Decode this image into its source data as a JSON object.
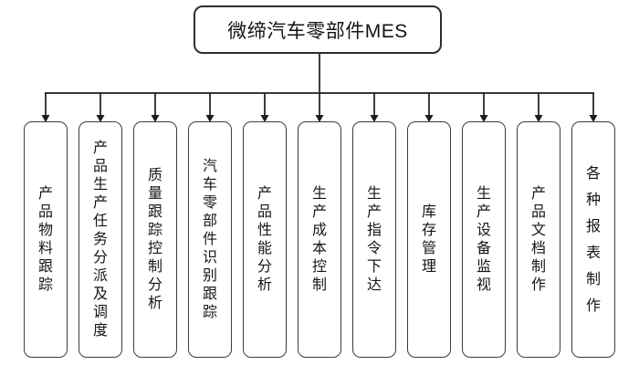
{
  "root": {
    "label": "微缔汽车零部件MES"
  },
  "children": [
    {
      "label": "产品物料跟踪"
    },
    {
      "label": "产品生产任务分派及调度"
    },
    {
      "label": "质量跟踪控制分析"
    },
    {
      "label": "汽车零部件识别跟踪"
    },
    {
      "label": "产品性能分析"
    },
    {
      "label": "生产成本控制"
    },
    {
      "label": "生产指令下达"
    },
    {
      "label": "库存管理"
    },
    {
      "label": "生产设备监视"
    },
    {
      "label": "产品文档制作"
    },
    {
      "label": "各种报表制作"
    }
  ],
  "colors": {
    "line": "#1c1c1c",
    "box_border": "#3c3c3c",
    "text": "#161616",
    "background": "#ffffff"
  }
}
